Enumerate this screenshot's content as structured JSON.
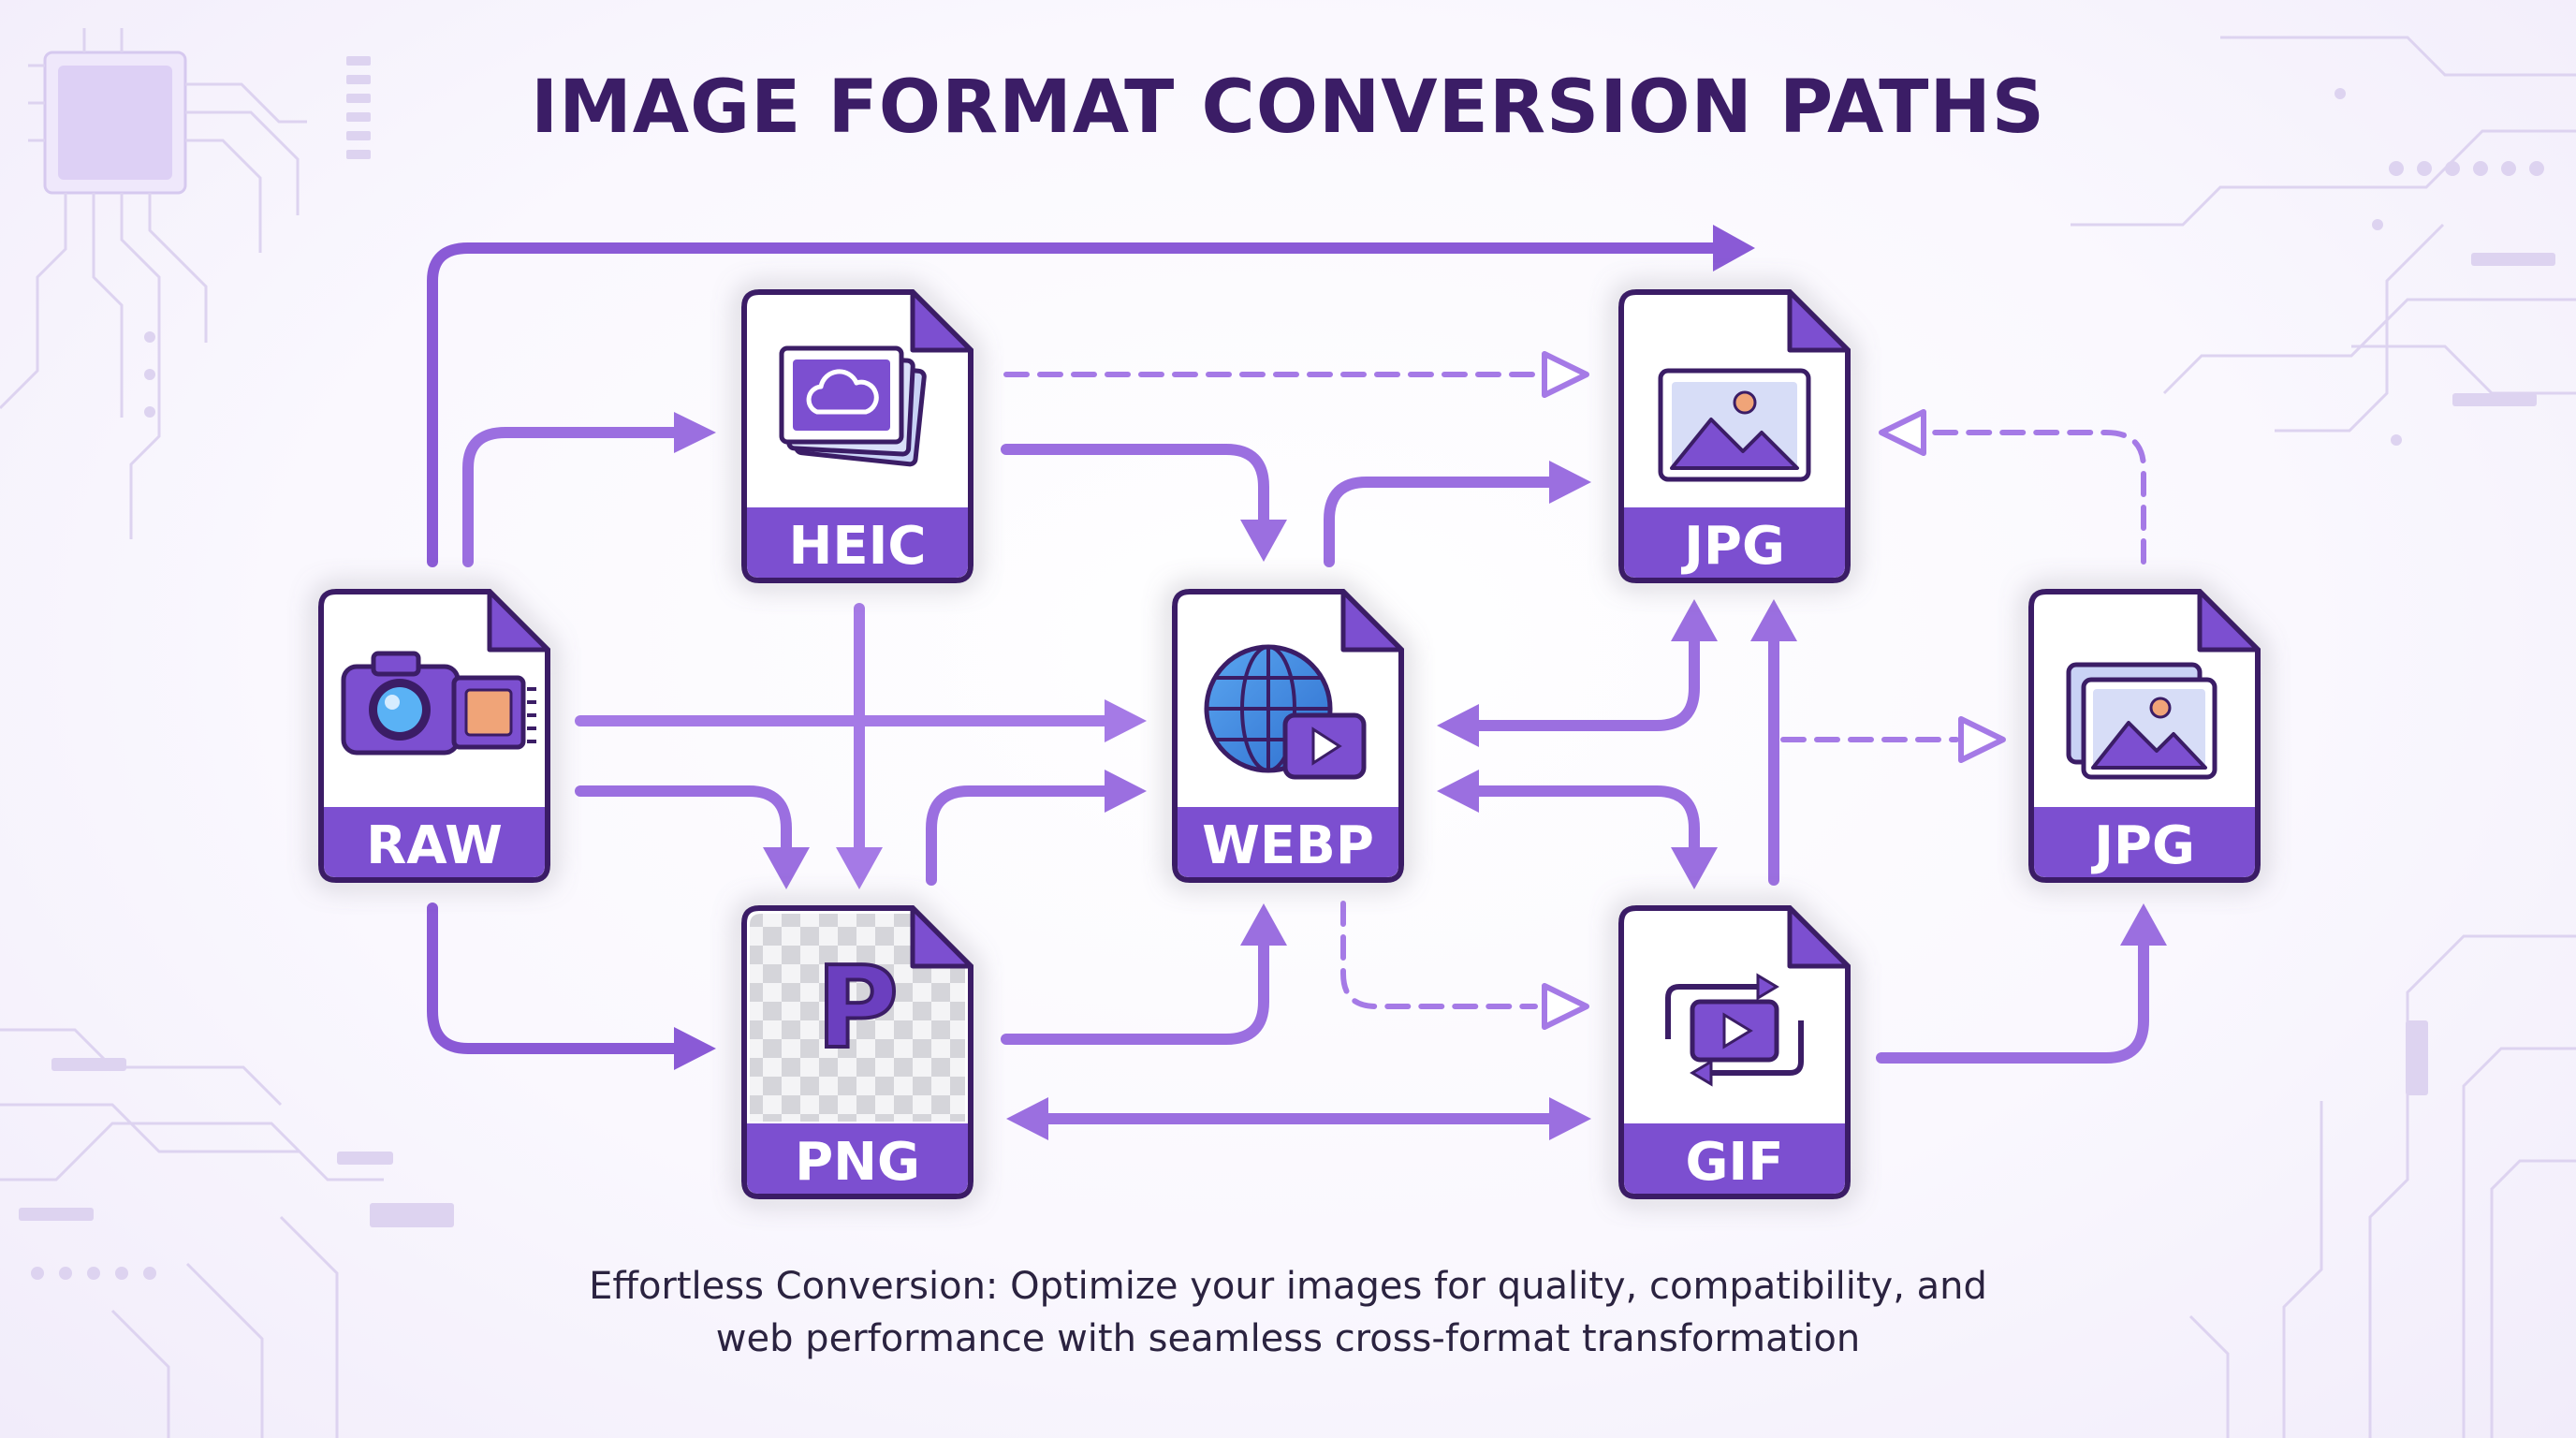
{
  "title": "IMAGE FORMAT CONVERSION PATHS",
  "nodes": {
    "raw": {
      "label": "RAW",
      "icon": "camera-chip-icon"
    },
    "heic": {
      "label": "HEIC",
      "icon": "cloud-photo-stack-icon"
    },
    "png": {
      "label": "PNG",
      "icon": "transparency-p-icon",
      "glyph": "P"
    },
    "webp": {
      "label": "WEBP",
      "icon": "globe-video-icon"
    },
    "jpg_top": {
      "label": "JPG",
      "icon": "image-icon"
    },
    "gif": {
      "label": "GIF",
      "icon": "loop-play-icon"
    },
    "jpg_right": {
      "label": "JPG",
      "icon": "image-stack-icon"
    }
  },
  "caption": {
    "line1": "Effortless Conversion: Optimize your images for quality, compatibility, and",
    "line2": "web performance with seamless cross-format transformation"
  },
  "colors": {
    "accent": "#7c4fd0",
    "accent_dark": "#3b1d66",
    "arrow": "#9b6fe0",
    "arrow_light": "#b48ef0",
    "card_bg": "#ffffff",
    "circuit": "#d8cdef"
  }
}
